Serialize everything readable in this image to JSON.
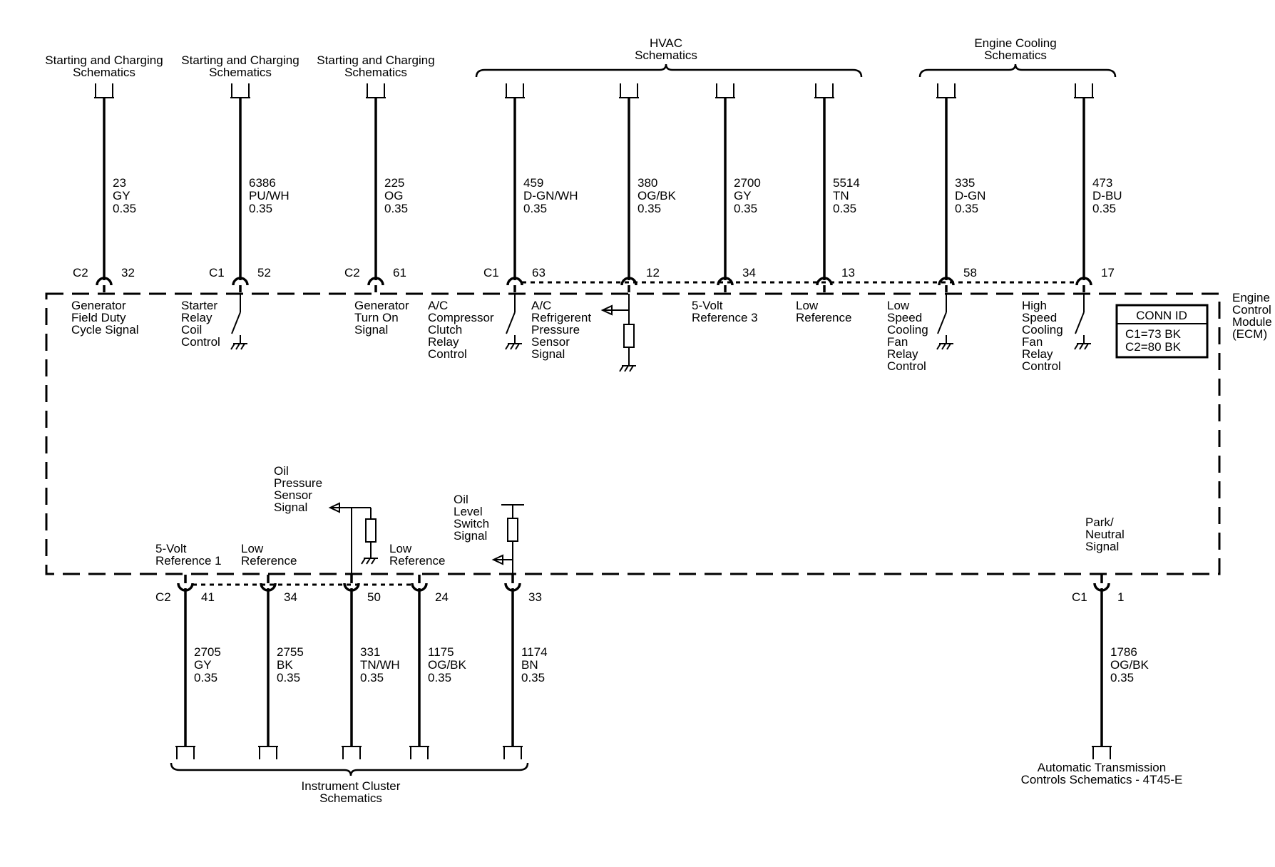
{
  "colors": {
    "line": "#000000",
    "background": "#ffffff"
  },
  "top_labels": [
    {
      "id": "sc1",
      "lines": [
        "Starting and Charging",
        "Schematics"
      ]
    },
    {
      "id": "sc2",
      "lines": [
        "Starting and Charging",
        "Schematics"
      ]
    },
    {
      "id": "sc3",
      "lines": [
        "Starting and Charging",
        "Schematics"
      ]
    },
    {
      "id": "hvac",
      "lines": [
        "HVAC",
        "Schematics"
      ]
    },
    {
      "id": "ecs",
      "lines": [
        "Engine Cooling",
        "Schematics"
      ]
    }
  ],
  "bottom_labels": [
    {
      "id": "ic",
      "lines": [
        "Instrument Cluster",
        "Schematics"
      ]
    },
    {
      "id": "at",
      "lines": [
        "Automatic Transmission",
        "Controls Schematics - 4T45-E"
      ]
    }
  ],
  "module": {
    "lines": [
      "Engine",
      "Control",
      "Module",
      "(ECM)"
    ]
  },
  "conn_id": {
    "title": "CONN ID",
    "rows": [
      "C1=73 BK",
      "C2=80 BK"
    ]
  },
  "top_wires": [
    {
      "connector": "C2",
      "pin": "32",
      "circuit": "23",
      "color": "GY",
      "gauge": "0.35",
      "func": [
        "Generator",
        "Field Duty",
        "Cycle Signal"
      ]
    },
    {
      "connector": "C1",
      "pin": "52",
      "circuit": "6386",
      "color": "PU/WH",
      "gauge": "0.35",
      "func": [
        "Starter",
        "Relay",
        "Coil",
        "Control"
      ]
    },
    {
      "connector": "C2",
      "pin": "61",
      "circuit": "225",
      "color": "OG",
      "gauge": "0.35",
      "func": [
        "Generator",
        "Turn On",
        "Signal"
      ]
    },
    {
      "connector": "C1",
      "pin": "63",
      "circuit": "459",
      "color": "D-GN/WH",
      "gauge": "0.35",
      "func": [
        "A/C",
        "Compressor",
        "Clutch",
        "Relay",
        "Control"
      ]
    },
    {
      "connector": "",
      "pin": "12",
      "circuit": "380",
      "color": "OG/BK",
      "gauge": "0.35",
      "func": [
        "A/C",
        "Refrigerent",
        "Pressure",
        "Sensor",
        "Signal"
      ]
    },
    {
      "connector": "",
      "pin": "34",
      "circuit": "2700",
      "color": "GY",
      "gauge": "0.35",
      "func": [
        "5-Volt",
        "Reference 3"
      ]
    },
    {
      "connector": "",
      "pin": "13",
      "circuit": "5514",
      "color": "TN",
      "gauge": "0.35",
      "func": [
        "Low",
        "Reference"
      ]
    },
    {
      "connector": "",
      "pin": "58",
      "circuit": "335",
      "color": "D-GN",
      "gauge": "0.35",
      "func": [
        "Low",
        "Speed",
        "Cooling",
        "Fan",
        "Relay",
        "Control"
      ]
    },
    {
      "connector": "",
      "pin": "17",
      "circuit": "473",
      "color": "D-BU",
      "gauge": "0.35",
      "func": [
        "High",
        "Speed",
        "Cooling",
        "Fan",
        "Relay",
        "Control"
      ]
    }
  ],
  "bottom_wires": [
    {
      "connector": "C2",
      "pin": "41",
      "circuit": "2705",
      "color": "GY",
      "gauge": "0.35",
      "func": [
        "5-Volt",
        "Reference 1"
      ]
    },
    {
      "connector": "",
      "pin": "34",
      "circuit": "2755",
      "color": "BK",
      "gauge": "0.35",
      "func": [
        "Low",
        "Reference"
      ]
    },
    {
      "connector": "",
      "pin": "50",
      "circuit": "331",
      "color": "TN/WH",
      "gauge": "0.35",
      "func": [
        "Oil",
        "Pressure",
        "Sensor",
        "Signal"
      ]
    },
    {
      "connector": "",
      "pin": "24",
      "circuit": "1175",
      "color": "OG/BK",
      "gauge": "0.35",
      "func": [
        "Low",
        "Reference"
      ]
    },
    {
      "connector": "",
      "pin": "33",
      "circuit": "1174",
      "color": "BN",
      "gauge": "0.35",
      "func": [
        "Oil",
        "Level",
        "Switch",
        "Signal"
      ]
    },
    {
      "connector": "C1",
      "pin": "1",
      "circuit": "1786",
      "color": "OG/BK",
      "gauge": "0.35",
      "func": [
        "Park/",
        "Neutral",
        "Signal"
      ]
    }
  ]
}
